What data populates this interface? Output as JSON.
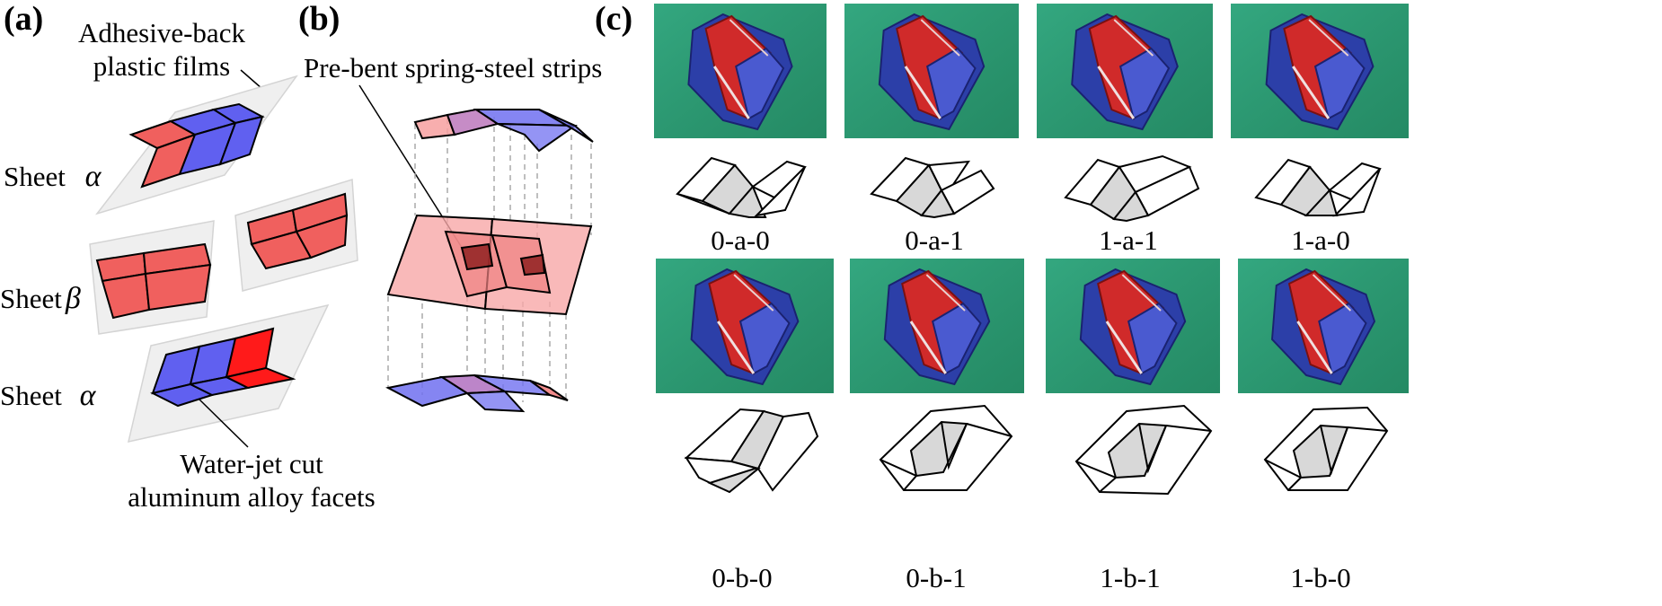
{
  "panel_a": {
    "label": "(a)",
    "annotation_top": [
      "Adhesive-back",
      "plastic films"
    ],
    "sheets": [
      {
        "name": "Sheet",
        "symbol": "α"
      },
      {
        "name": "Sheet",
        "symbol": "β"
      },
      {
        "name": "Sheet",
        "symbol": "α"
      }
    ],
    "annotation_bottom": [
      "Water-jet cut",
      "aluminum alloy facets"
    ]
  },
  "panel_b": {
    "label": "(b)",
    "annotation": "Pre-bent spring-steel strips"
  },
  "panel_c": {
    "label": "(c)",
    "row1_states": [
      "0-a-0",
      "0-a-1",
      "1-a-1",
      "1-a-0"
    ],
    "row2_states": [
      "0-b-0",
      "0-b-1",
      "1-b-1",
      "1-b-0"
    ]
  },
  "colors": {
    "facet_red": "#f0605e",
    "facet_blue": "#6060f0",
    "facet_bright_red": "#ff1a1a",
    "film_gray": "#efefef",
    "photo_green": "#2a9a70",
    "sketch_fill": "#d8d8d8"
  }
}
